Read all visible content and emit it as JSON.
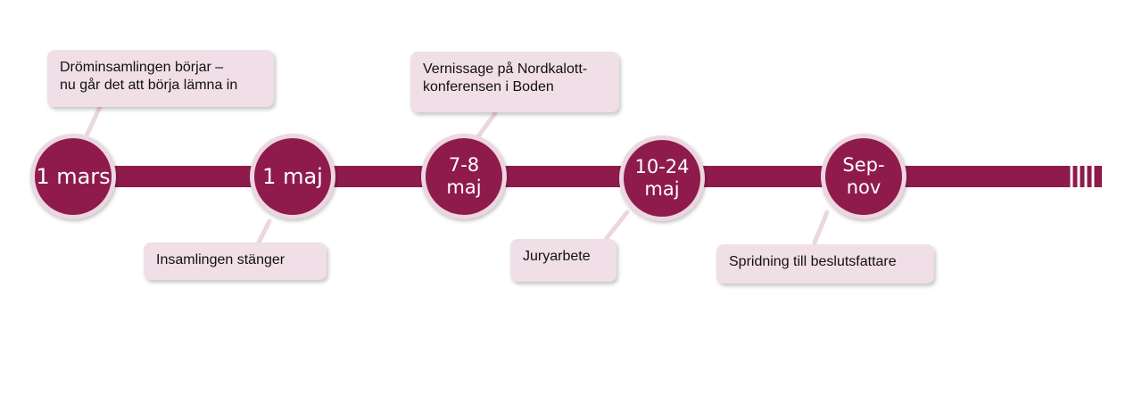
{
  "events": [
    {
      "date": "1 mars",
      "label": "Dröminsamlingen börjar –\nnu går det att börja lämna in"
    },
    {
      "date": "1 maj",
      "label": "Insamlingen stänger"
    },
    {
      "date": "7-8\nmaj",
      "label": "Vernissage på Nordkalott-\nkonferensen i Boden"
    },
    {
      "date": "10-24\nmaj",
      "label": "Juryarbete"
    },
    {
      "date": "Sep-\nnov",
      "label": "Spridning till beslutsfattare"
    }
  ],
  "colors": {
    "line": "#8e1b4c",
    "node_fill": "#8e1b4c",
    "node_ring": "#ecd6df",
    "box_fill": "#f0dfe6",
    "connector": "#ecd6df",
    "text_dark": "#111111",
    "text_light": "#ffffff"
  }
}
